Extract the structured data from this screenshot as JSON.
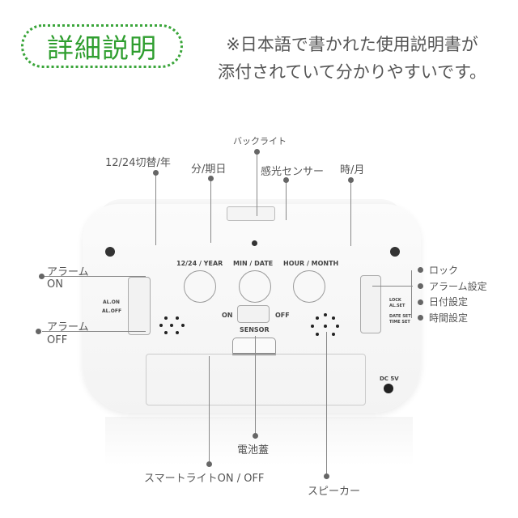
{
  "header": {
    "badge": "詳細説明",
    "note_line1": "※日本語で書かれた使用説明書が",
    "note_line2": "添付されていて分かりやすいです。"
  },
  "device_labels": {
    "btn1": "12/24 / YEAR",
    "btn2": "MIN / DATE",
    "btn3": "HOUR / MONTH",
    "sensor_on": "ON",
    "sensor_off": "OFF",
    "sensor": "SENSOR",
    "al_on": "AL.ON",
    "al_off": "AL.OFF",
    "lock": "LOCK",
    "al_set": "AL.SET",
    "date_set": "DATE SET",
    "time_set": "TIME SET",
    "dc": "DC 5V"
  },
  "callouts": {
    "backlight": "バックライト",
    "toggle_1224": "12/24切替/年",
    "min_date": "分/期日",
    "light_sensor": "感光センサー",
    "hour_month": "時/月",
    "alarm_on_1": "アラーム",
    "alarm_on_2": "ON",
    "alarm_off_1": "アラーム",
    "alarm_off_2": "OFF",
    "lock": "ロック",
    "alarm_set": "アラーム設定",
    "date_set": "日付設定",
    "time_set": "時間設定",
    "battery_cover": "電池蓋",
    "smart_light": "スマートライトON / OFF",
    "speaker": "スピーカー"
  }
}
